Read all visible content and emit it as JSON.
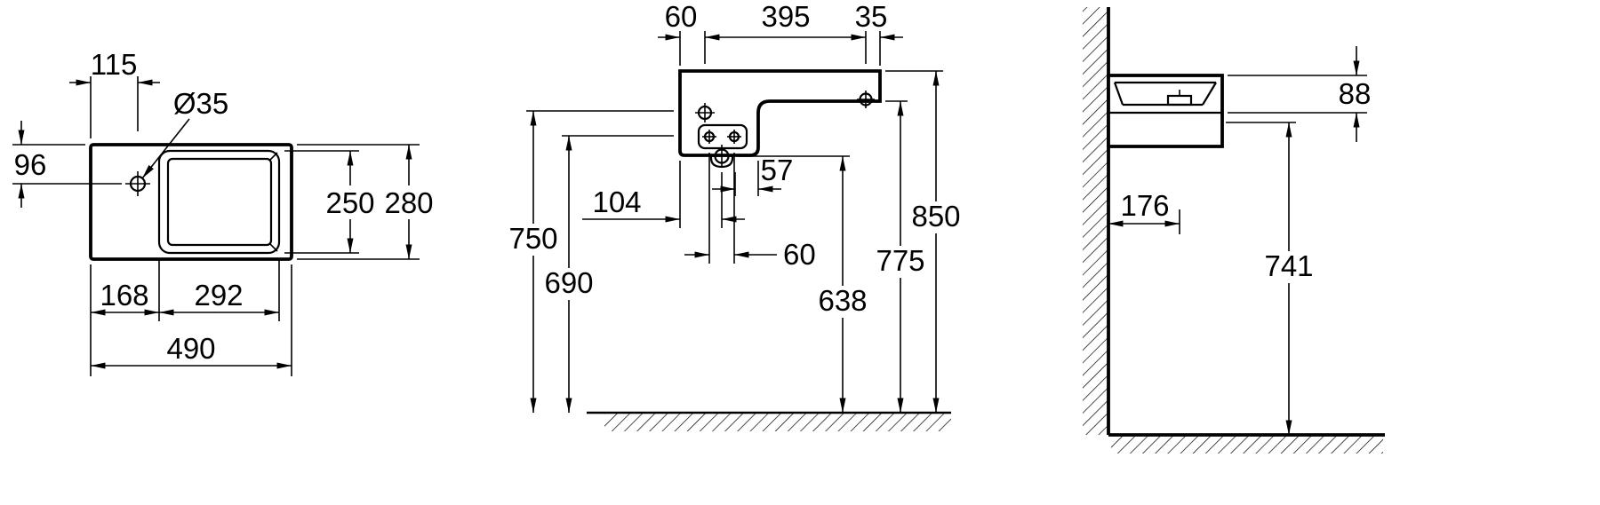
{
  "colors": {
    "line": "#000000",
    "background": "#ffffff"
  },
  "dims": {
    "top": {
      "hole_offset_x": "115",
      "hole_diameter": "Ø35",
      "hole_offset_y": "96",
      "basin_depth": "250",
      "total_depth": "280",
      "deck_width": "168",
      "basin_width": "292",
      "total_width": "490"
    },
    "front": {
      "hole_left": "60",
      "hole_span": "395",
      "hole_right": "35",
      "d57": "57",
      "d104": "104",
      "d60": "60",
      "h750": "750",
      "h690": "690",
      "h638": "638",
      "h775": "775",
      "h850": "850"
    },
    "side": {
      "rim_height": "88",
      "drain_depth": "176",
      "clearance_height": "741"
    }
  }
}
